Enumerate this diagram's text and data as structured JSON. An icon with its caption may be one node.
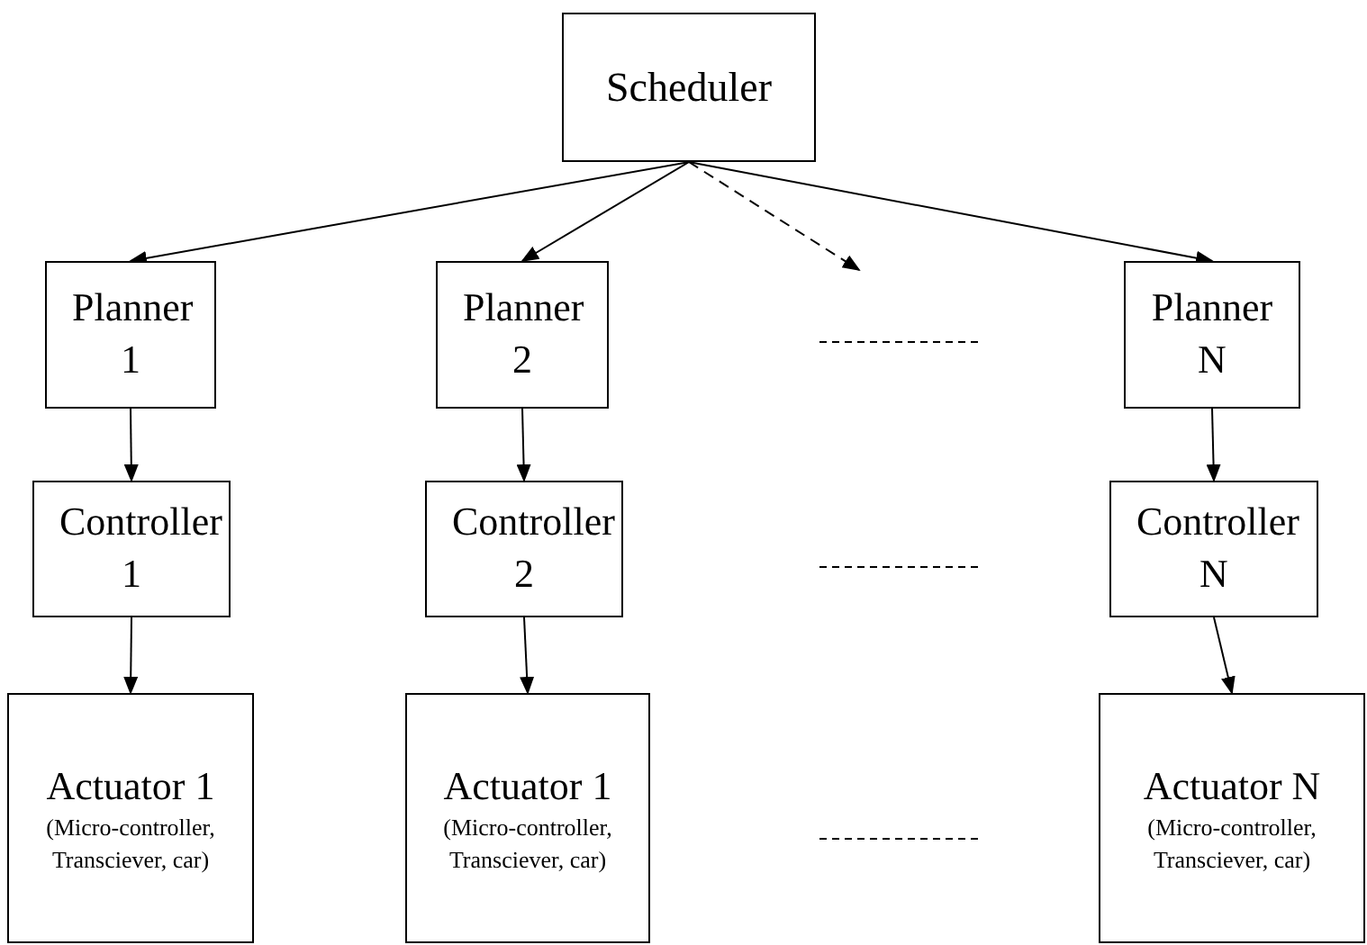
{
  "diagram": {
    "nodes": [
      {
        "text": [
          "Scheduler"
        ]
      },
      {
        "text": [
          "Planner 1"
        ]
      },
      {
        "text": [
          "Planner 2"
        ]
      },
      {
        "text": [
          "Planner N"
        ]
      },
      {
        "text": [
          "Controller 1"
        ]
      },
      {
        "text": [
          "Controller 2"
        ]
      },
      {
        "text": [
          "Controller N"
        ]
      },
      {
        "text": [
          "Actuator 1",
          "(Micro-controller, Transciever, car)"
        ]
      },
      {
        "text": [
          "Actuator 1",
          "(Micro-controller, Transciever, car)"
        ]
      },
      {
        "text": [
          "Actuator N",
          "(Micro-controller, Transciever, car)"
        ]
      }
    ],
    "edges": [
      {
        "from": 0,
        "to": 1,
        "arrow": "to"
      },
      {
        "from": 0,
        "to": 2,
        "arrow": "to"
      },
      {
        "from": 0,
        "to": null,
        "arrow": "to",
        "style": "dashed"
      },
      {
        "from": 0,
        "to": 3,
        "arrow": "to"
      },
      {
        "from": 1,
        "to": 4,
        "arrow": "to"
      },
      {
        "from": 2,
        "to": 5,
        "arrow": "to"
      },
      {
        "from": 3,
        "to": 6,
        "arrow": "to"
      },
      {
        "from": 4,
        "to": 7,
        "arrow": "to"
      },
      {
        "from": 5,
        "to": 8,
        "arrow": "to"
      },
      {
        "from": 6,
        "to": 9,
        "arrow": "to"
      }
    ]
  }
}
